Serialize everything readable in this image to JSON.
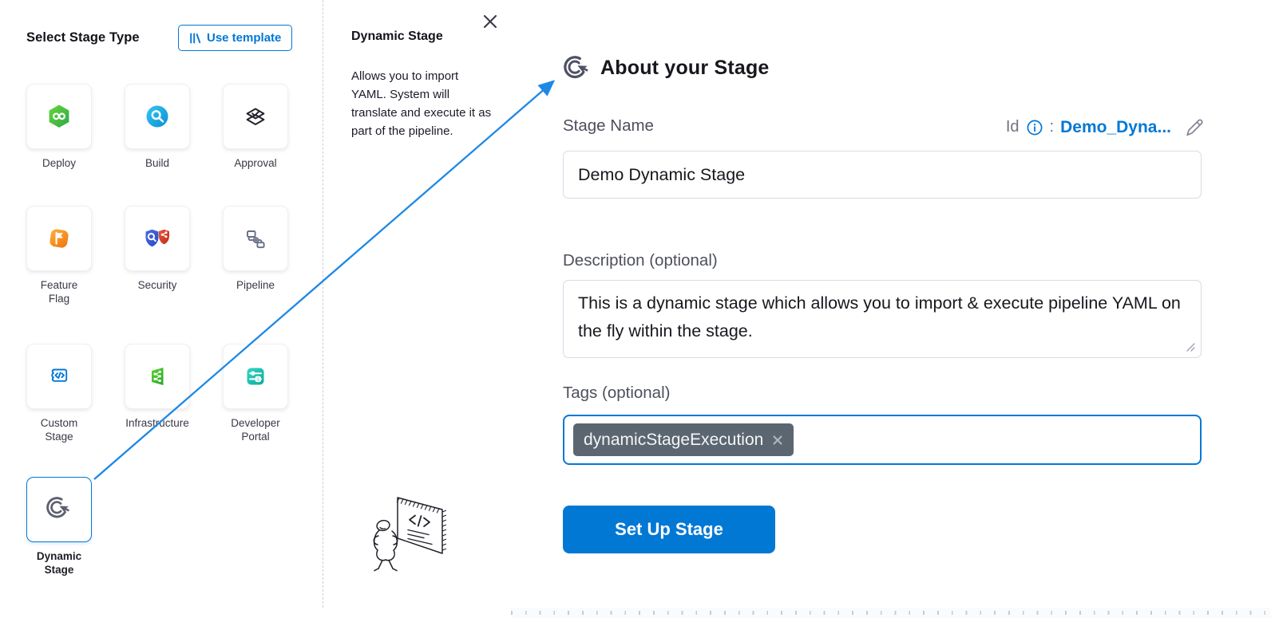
{
  "left_panel": {
    "title": "Select Stage Type",
    "use_template": {
      "label": "Use template",
      "icon": "template-library-icon"
    },
    "stage_types": [
      {
        "label": "Deploy",
        "icon": "deploy-icon",
        "selected": false
      },
      {
        "label": "Build",
        "icon": "build-icon",
        "selected": false
      },
      {
        "label": "Approval",
        "icon": "approval-icon",
        "selected": false
      },
      {
        "label": "Feature\nFlag",
        "icon": "feature-flag-icon",
        "selected": false
      },
      {
        "label": "Security",
        "icon": "security-icon",
        "selected": false
      },
      {
        "label": "Pipeline",
        "icon": "pipeline-icon",
        "selected": false
      },
      {
        "label": "Custom\nStage",
        "icon": "custom-stage-icon",
        "selected": false
      },
      {
        "label": "Infrastructure",
        "icon": "infrastructure-icon",
        "selected": false
      },
      {
        "label": "Developer\nPortal",
        "icon": "developer-portal-icon",
        "selected": false
      },
      {
        "label": "Dynamic\nStage",
        "icon": "dynamic-stage-icon",
        "selected": true
      }
    ]
  },
  "info_panel": {
    "close_icon": "close-icon",
    "title": "Dynamic Stage",
    "description": "Allows you to import YAML. System will translate and execute it as part of the pipeline.",
    "illustration": "presenter-whiteboard-illustration"
  },
  "about_panel": {
    "header": {
      "icon": "dynamic-stage-icon",
      "title": "About your Stage"
    },
    "stage_name": {
      "label": "Stage Name",
      "value": "Demo Dynamic Stage"
    },
    "id_row": {
      "label": "Id",
      "info_icon": "info-icon",
      "separator": ":",
      "value": "Demo_Dyna...",
      "edit_icon": "edit-pencil-icon"
    },
    "description": {
      "label": "Description (optional)",
      "value": "This is a dynamic stage which allows you to import & execute pipeline YAML on the fly within the stage."
    },
    "tags": {
      "label": "Tags (optional)",
      "chips": [
        "dynamicStageExecution"
      ],
      "remove_icon": "remove-tag-icon"
    },
    "submit": {
      "label": "Set Up Stage"
    }
  },
  "colors": {
    "accent_blue": "#0278D5",
    "arrow_blue": "#1E88E5",
    "chip_gray": "#5C6670",
    "selected_border": "#0278D5",
    "label_gray": "#4D4F5E"
  }
}
